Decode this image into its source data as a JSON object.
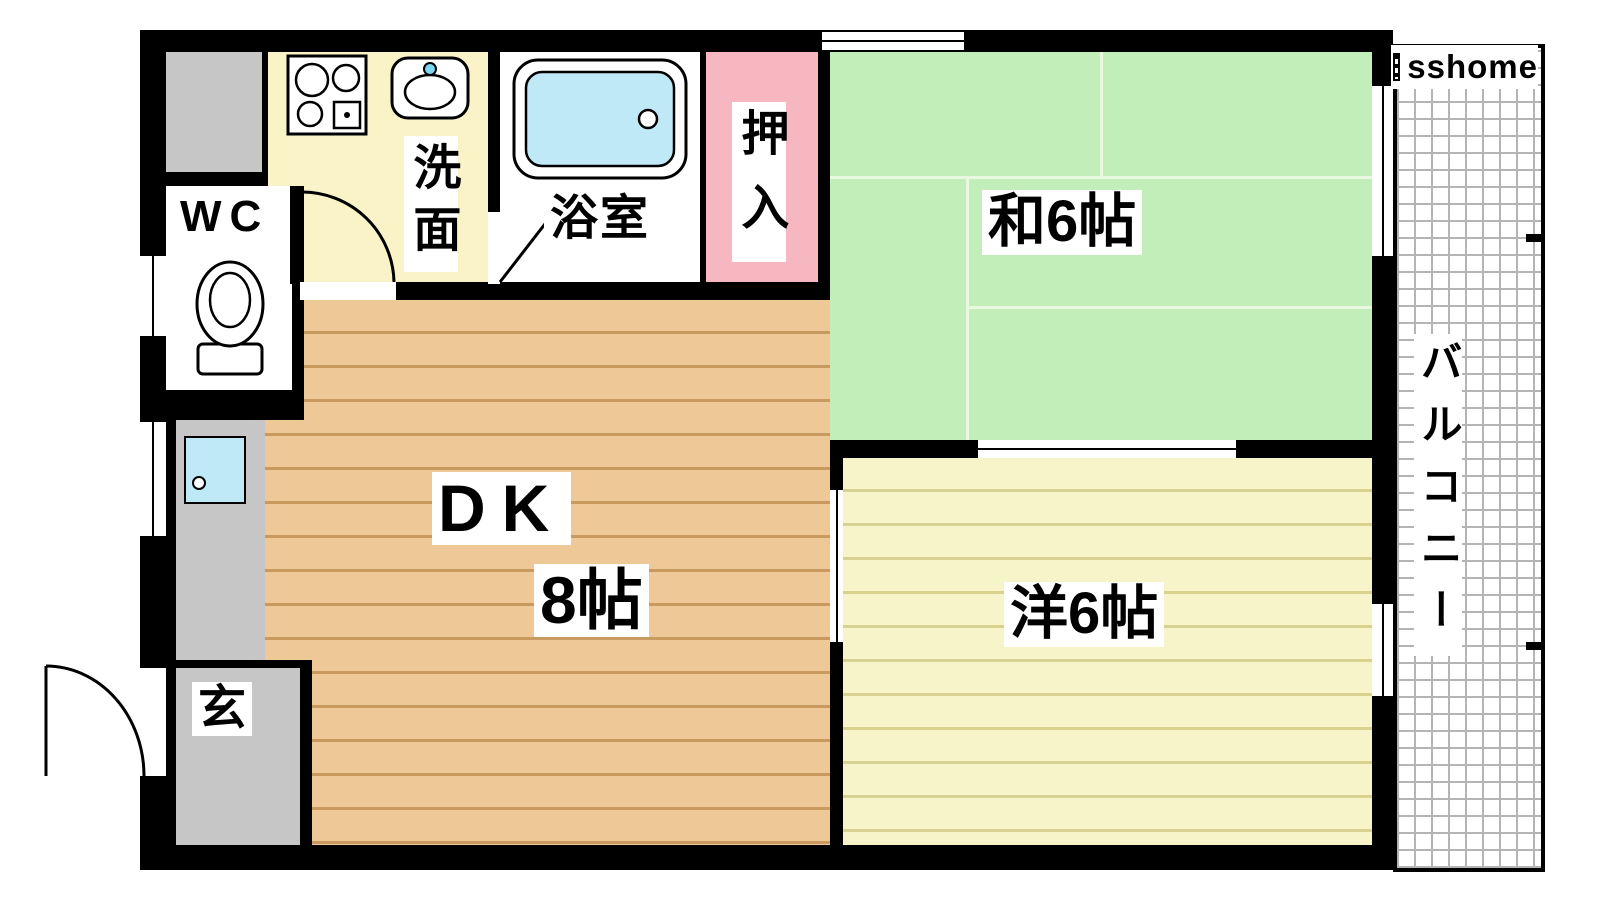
{
  "logo": {
    "text": "sshome"
  },
  "rooms": {
    "wc": {
      "label": "WC"
    },
    "washroom": {
      "label": "洗面"
    },
    "bathroom": {
      "label": "浴室"
    },
    "closet": {
      "label": "押入"
    },
    "japanese": {
      "label": "和6帖"
    },
    "dk": {
      "label": "DK",
      "size": "8帖"
    },
    "western": {
      "label": "洋6帖"
    },
    "entrance": {
      "label": "玄"
    },
    "balcony": {
      "label": "バルコニー"
    }
  },
  "colors": {
    "wall": "#000000",
    "tatami_green": "#c2eeba",
    "wood_tan": "#eec897",
    "western_yellow": "#f8f4ca",
    "closet_pink": "#f7b7c1",
    "washroom_cream": "#faf3c8",
    "gray_area": "#c6c6c6",
    "water_blue": "#bfe9f7"
  },
  "icons": [
    "toilet-icon",
    "stove-icon",
    "washbasin-icon",
    "bathtub-icon",
    "kitchen-sink-icon",
    "door-arc",
    "window"
  ]
}
